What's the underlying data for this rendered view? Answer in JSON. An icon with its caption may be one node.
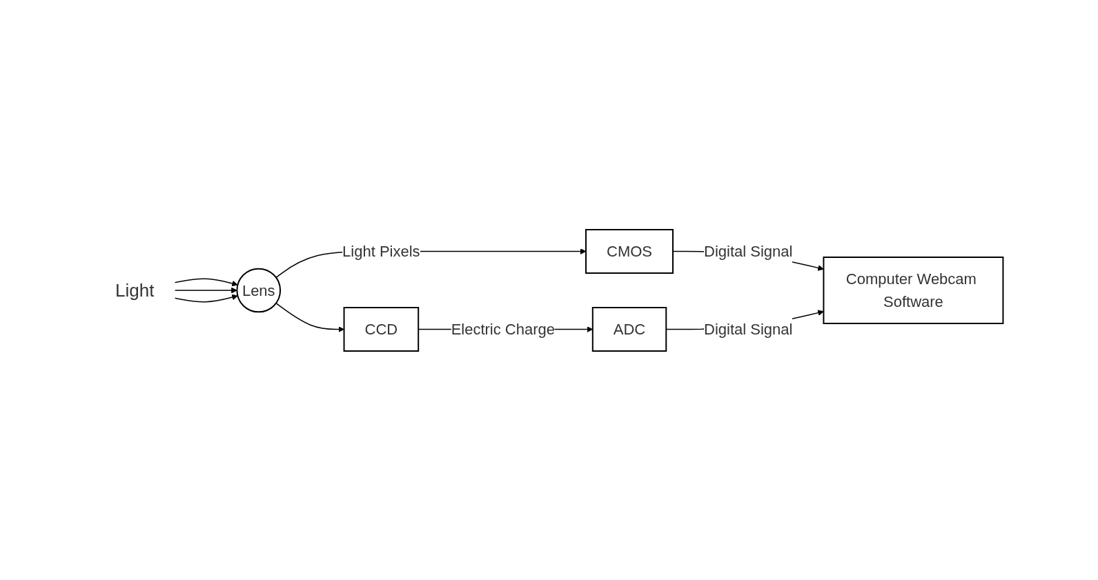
{
  "diagram": {
    "nodes": [
      {
        "text": [
          "Light"
        ]
      },
      {
        "text": [
          "Lens"
        ]
      },
      {
        "text": [
          "CMOS"
        ]
      },
      {
        "text": [
          "CCD"
        ]
      },
      {
        "text": [
          "ADC"
        ]
      },
      {
        "text": [
          "Computer Webcam Software"
        ]
      }
    ],
    "edges": [
      {
        "from": 0,
        "to": 1,
        "arrow": "to"
      },
      {
        "from": 0,
        "to": 1,
        "arrow": "to"
      },
      {
        "from": 0,
        "to": 1,
        "arrow": "to"
      },
      {
        "from": 1,
        "to": 2,
        "arrow": "to",
        "label": "Light Pixels"
      },
      {
        "from": 1,
        "to": 3,
        "arrow": "to"
      },
      {
        "from": 2,
        "to": 5,
        "arrow": "to",
        "label": "Digital Signal"
      },
      {
        "from": 3,
        "to": 4,
        "arrow": "to",
        "label": "Electric Charge"
      },
      {
        "from": 4,
        "to": 5,
        "arrow": "to",
        "label": "Digital Signal"
      }
    ]
  }
}
